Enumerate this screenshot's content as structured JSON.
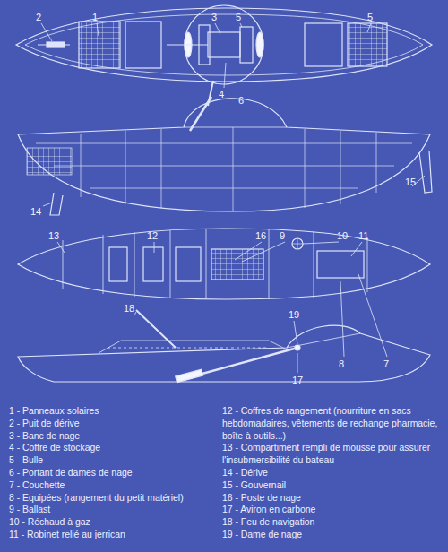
{
  "diagram": {
    "labels": [
      "2",
      "1",
      "3",
      "5",
      "5",
      "4",
      "6",
      "14",
      "15",
      "13",
      "12",
      "16",
      "9",
      "10",
      "11",
      "8",
      "7",
      "18",
      "19",
      "17"
    ],
    "legend": [
      {
        "text": "1 - Panneaux solaires"
      },
      {
        "text": "2 - Puit de dérive"
      },
      {
        "text": "3 - Banc de nage"
      },
      {
        "text": "4 - Coffre de stockage"
      },
      {
        "text": "5 - Bulle"
      },
      {
        "text": "6 - Portant de dames de nage"
      },
      {
        "text": "7 - Couchette"
      },
      {
        "text": "8 - Equipées (rangement du petit matériel)"
      },
      {
        "text": "9 - Ballast"
      },
      {
        "text": "10 - Réchaud à gaz"
      },
      {
        "text": "11 - Robinet relié au jerrican"
      },
      {
        "text": "12 - Coffres de rangement (nourriture en sacs hebdomadaires, vêtements de rechange pharmacie, boîte à outils...)"
      },
      {
        "text": "13 - Compartiment rempli de mousse pour assurer l'insubmersibilité du bateau"
      },
      {
        "text": "14 - Dérive"
      },
      {
        "text": "15 - Gouvernail"
      },
      {
        "text": "16 - Poste de nage"
      },
      {
        "text": "17 - Aviron en carbone"
      },
      {
        "text": "18 - Feu de navigation"
      },
      {
        "text": "19 - Dame de nage"
      }
    ]
  }
}
